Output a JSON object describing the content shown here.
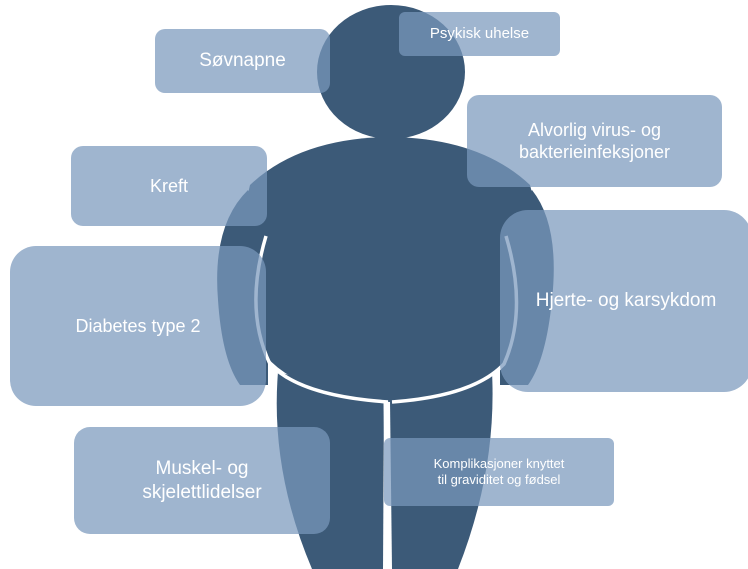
{
  "colors": {
    "figure": "#3c5a78",
    "figure_outline": "#ffffff",
    "box": "#7a99bc"
  },
  "icon": "person-silhouette-icon",
  "boxes": {
    "sovnapne": "Søvnapne",
    "psykisk": "Psykisk uhelse",
    "alvorlig_line1": "Alvorlig virus- og",
    "alvorlig_line2": "bakterieinfeksjoner",
    "kreft": "Kreft",
    "diabetes": "Diabetes type 2",
    "hjerte": "Hjerte- og karsykdom",
    "muskel_line1": "Muskel- og",
    "muskel_line2": "skjelettlidelser",
    "komplikasjoner_line1": "Komplikasjoner knyttet",
    "komplikasjoner_line2": "til graviditet og fødsel"
  }
}
